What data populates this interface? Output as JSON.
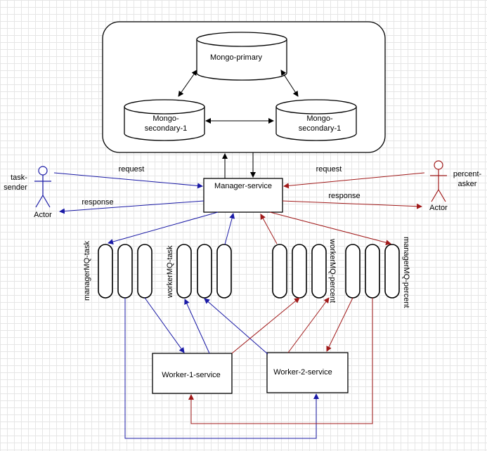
{
  "mongo": {
    "primary": "Mongo-primary",
    "secondary_left_line1": "Mongo-",
    "secondary_left_line2": "secondary-1",
    "secondary_right_line1": "Mongo-",
    "secondary_right_line2": "secondary-1"
  },
  "manager_service": "Manager-service",
  "worker1": "Worker-1-service",
  "worker2": "Worker-2-service",
  "actors": {
    "left": {
      "name_line1": "task-",
      "name_line2": "sender",
      "role": "Actor"
    },
    "right": {
      "name_line1": "percent-",
      "name_line2": "asker",
      "role": "Actor"
    }
  },
  "edges": {
    "left_request": "request",
    "left_response": "response",
    "right_request": "request",
    "right_response": "response"
  },
  "queues": {
    "manager_task": "managerMQ-task",
    "worker_task": "workerMQ-task",
    "worker_percent": "workerMQ-percent",
    "manager_percent": "managerMQ-percent"
  },
  "colors": {
    "blue": "#1a1aa6",
    "red": "#a11a1a",
    "black": "#000000"
  }
}
